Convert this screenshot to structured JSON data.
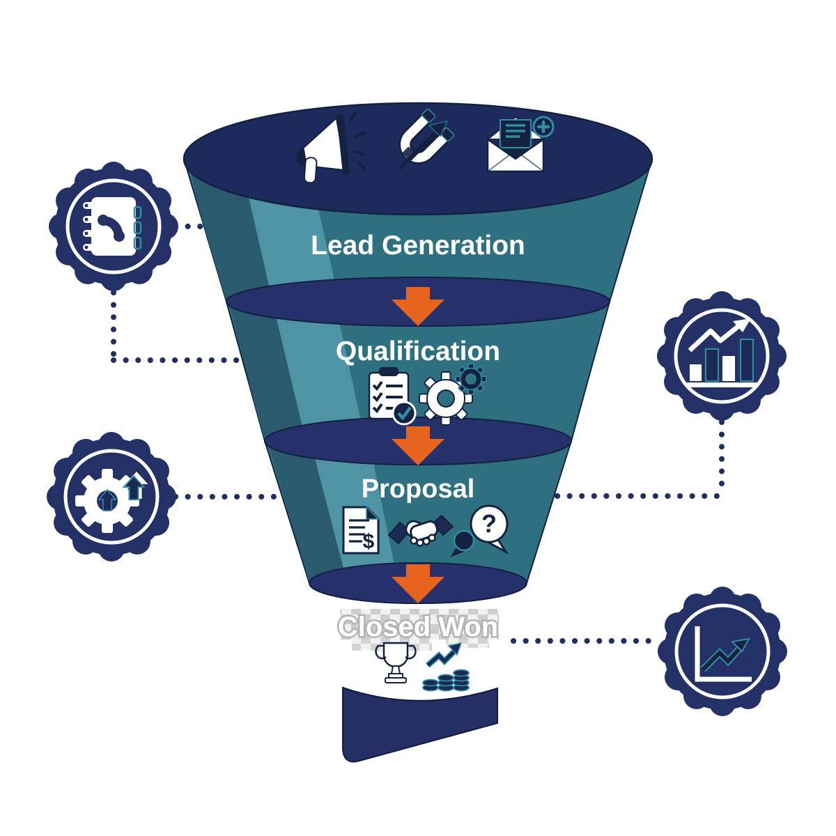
{
  "diagram": {
    "type": "sales-funnel-infographic",
    "stages": [
      {
        "label": "Lead Generation",
        "icons": [
          "megaphone-icon",
          "lead-magnet-icon",
          "email-add-icon"
        ]
      },
      {
        "label": "Qualification",
        "icons": [
          "checklist-icon",
          "gear-icon",
          "small-gear-icon"
        ]
      },
      {
        "label": "Proposal",
        "icons": [
          "invoice-icon",
          "handshake-icon",
          "question-bubble-icon"
        ]
      },
      {
        "label": "Closed Won",
        "icons": [
          "trophy-icon",
          "coins-growth-icon"
        ]
      }
    ],
    "side_badges": [
      {
        "position": "left-top",
        "icon": "contact-book-icon"
      },
      {
        "position": "right-middle",
        "icon": "bar-chart-growth-icon"
      },
      {
        "position": "left-bottom",
        "icon": "gear-up-arrows-icon"
      },
      {
        "position": "right-bottom",
        "icon": "line-chart-growth-icon"
      }
    ],
    "glyphs": {
      "dollar": "$",
      "question": "?"
    },
    "colors": {
      "navy_dark": "#1d2a5c",
      "navy": "#26316b",
      "badge_navy": "#243166",
      "spout_navy": "#252f66",
      "teal": "#2e7080",
      "teal_light": "#4e94a4",
      "teal_dark": "#2a5a6e",
      "icon_dark": "#142242",
      "icon_teal": "#2f8ea4",
      "orange": "#e6641d",
      "outline": "#132544",
      "connector": "#1f2f5e",
      "checker_gray": "#c9c9c9",
      "white": "#ffffff"
    }
  }
}
